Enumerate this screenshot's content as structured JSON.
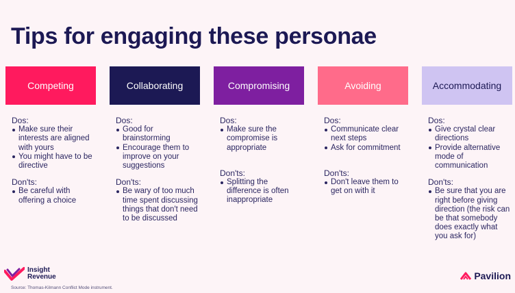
{
  "title": "Tips for engaging these personae",
  "colors": {
    "competing": "#ff1a5e",
    "collaborating": "#1c1954",
    "compromising": "#7e1fa0",
    "avoiding": "#ff6b8a",
    "accommodating": "#cfc4f2"
  },
  "columns": [
    {
      "header": "Competing",
      "dos_label": "Dos:",
      "dos": [
        "Make sure their interests are aligned with yours",
        "You might have to be directive"
      ],
      "donts_label": "Don'ts:",
      "donts": [
        "Be careful with offering a choice"
      ]
    },
    {
      "header": "Collaborating",
      "dos_label": "Dos:",
      "dos": [
        "Good for brainstorming",
        "Encourage them to improve on your suggestions"
      ],
      "donts_label": "Don'ts:",
      "donts": [
        "Be wary of too much time spent discussing things that don't need to be discussed"
      ]
    },
    {
      "header": "Compromising",
      "dos_label": "Dos:",
      "dos": [
        "Make sure the compromise is appropriate"
      ],
      "donts_label": "Don'ts:",
      "donts": [
        "Splitting the difference is often inappropriate"
      ]
    },
    {
      "header": "Avoiding",
      "dos_label": "Dos:",
      "dos": [
        "Communicate clear next steps",
        "Ask for commitment"
      ],
      "donts_label": "Don'ts:",
      "donts": [
        "Don't leave them to get on with it"
      ]
    },
    {
      "header": "Accommodating",
      "dos_label": "Dos:",
      "dos": [
        "Give crystal clear directions",
        "Provide alternative mode of communication"
      ],
      "donts_label": "Don'ts:",
      "donts": [
        "Be sure that you are right before giving direction (the risk can be that somebody does exactly what you ask for)"
      ]
    }
  ],
  "footer": {
    "logo_left_line1": "Insight",
    "logo_left_line2": "Revenue",
    "source": "Source: Thomas-Kilmann Conflict Mode instrument.",
    "logo_right": "Pavilion",
    "logo_left_icon": "insight-revenue-check-icon",
    "logo_right_icon": "pavilion-chevron-icon"
  }
}
